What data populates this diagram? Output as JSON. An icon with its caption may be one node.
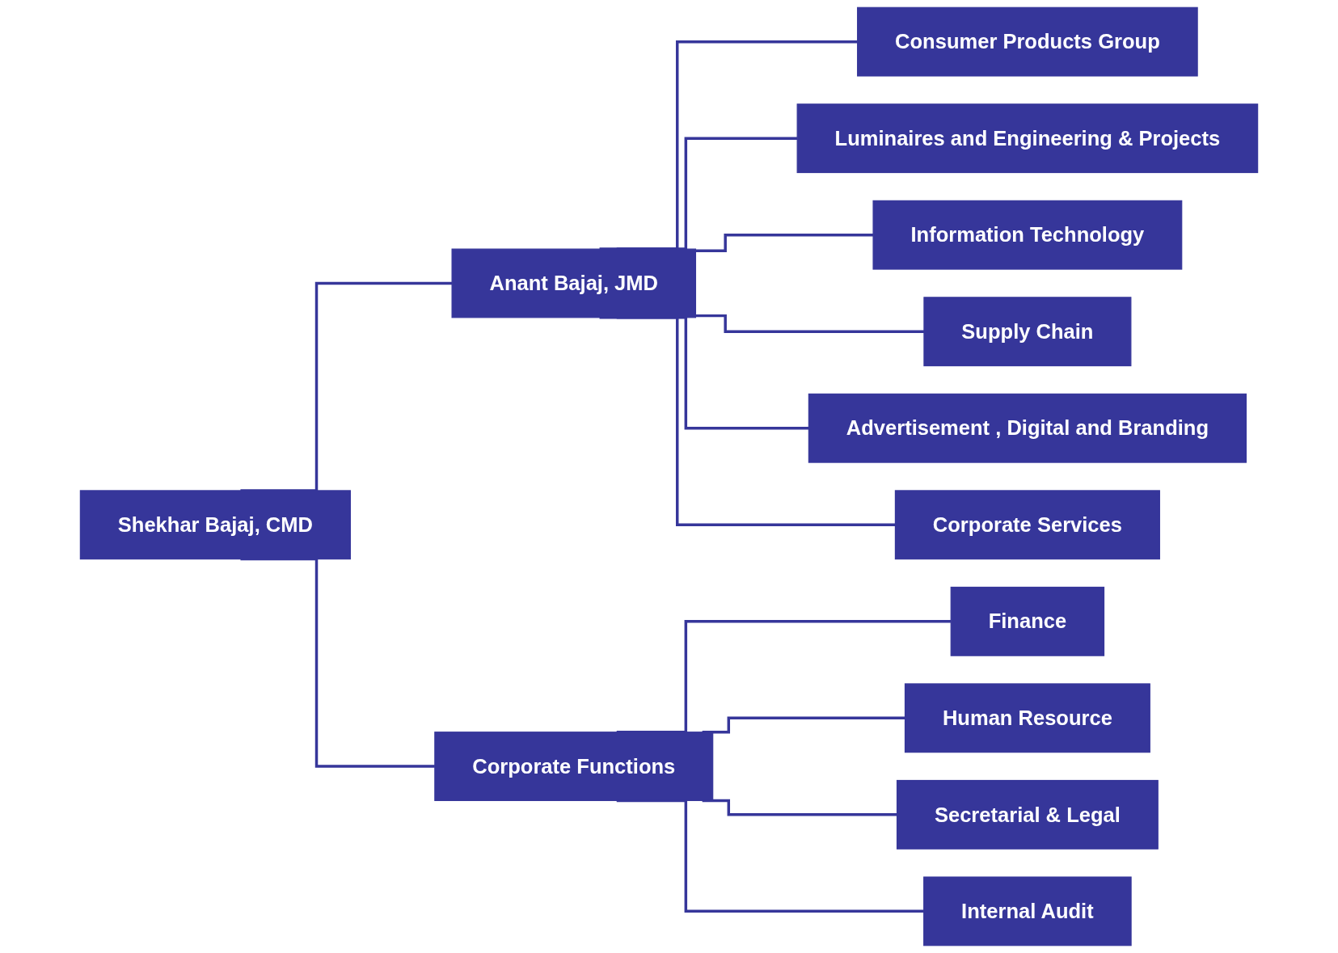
{
  "diagram": {
    "nodes": [
      {
        "text": [
          "Shekhar Bajaj, CMD"
        ]
      },
      {
        "text": [
          "Anant Bajaj, JMD"
        ]
      },
      {
        "text": [
          "Corporate Functions"
        ]
      },
      {
        "text": [
          "Consumer Products Group"
        ]
      },
      {
        "text": [
          "Luminaires and Engineering & Projects"
        ]
      },
      {
        "text": [
          "Information Technology"
        ]
      },
      {
        "text": [
          "Supply Chain"
        ]
      },
      {
        "text": [
          "Advertisement , Digital and Branding"
        ]
      },
      {
        "text": [
          "Corporate Services"
        ]
      },
      {
        "text": [
          "Finance"
        ]
      },
      {
        "text": [
          "Human Resource"
        ]
      },
      {
        "text": [
          "Secretarial & Legal"
        ]
      },
      {
        "text": [
          "Internal Audit"
        ]
      }
    ],
    "edges": [
      {
        "from": 0,
        "to": 1,
        "arrow": "none"
      },
      {
        "from": 0,
        "to": 2,
        "arrow": "none"
      },
      {
        "from": 1,
        "to": 3,
        "arrow": "none"
      },
      {
        "from": 1,
        "to": 4,
        "arrow": "none"
      },
      {
        "from": 1,
        "to": 5,
        "arrow": "none"
      },
      {
        "from": 1,
        "to": 6,
        "arrow": "none"
      },
      {
        "from": 1,
        "to": 7,
        "arrow": "none"
      },
      {
        "from": 1,
        "to": 8,
        "arrow": "none"
      },
      {
        "from": 2,
        "to": 9,
        "arrow": "none"
      },
      {
        "from": 2,
        "to": 10,
        "arrow": "none"
      },
      {
        "from": 2,
        "to": 11,
        "arrow": "none"
      },
      {
        "from": 2,
        "to": 12,
        "arrow": "none"
      }
    ]
  }
}
